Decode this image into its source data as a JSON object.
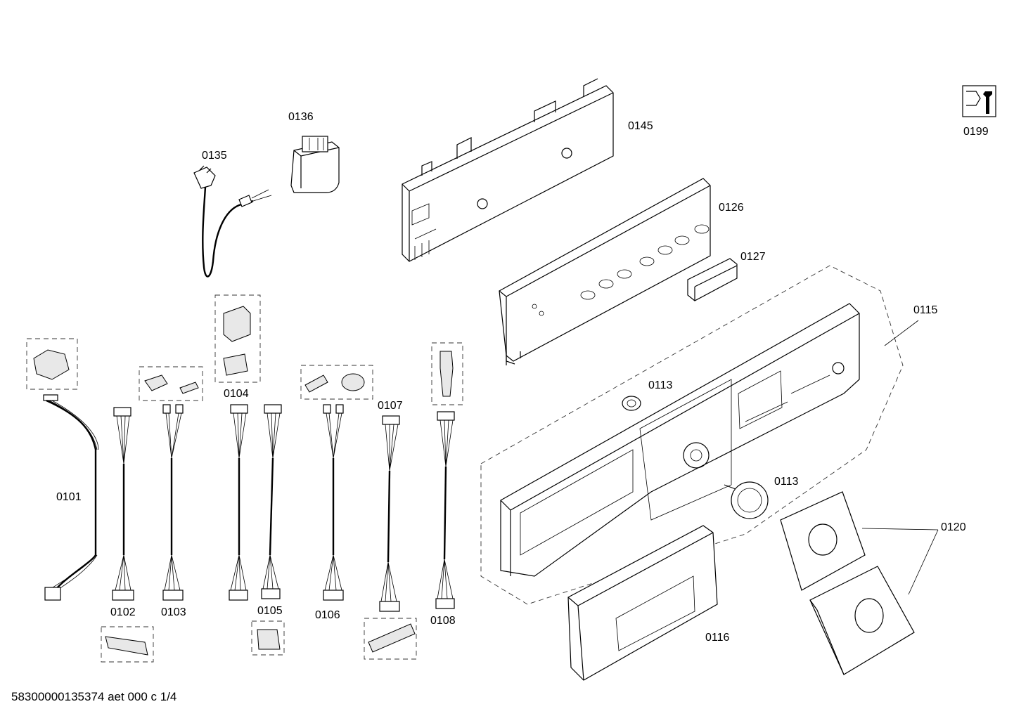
{
  "document_id": "58300000135374 aet 000 c 1/4",
  "service_icon": "wrench-service-icon",
  "labels": {
    "p0101": "0101",
    "p0102": "0102",
    "p0103": "0103",
    "p0104": "0104",
    "p0105": "0105",
    "p0106": "0106",
    "p0107": "0107",
    "p0108": "0108",
    "p0113a": "0113",
    "p0113b": "0113",
    "p0115": "0115",
    "p0116": "0116",
    "p0120": "0120",
    "p0126": "0126",
    "p0127": "0127",
    "p0135": "0135",
    "p0136": "0136",
    "p0145": "0145",
    "p0199": "0199"
  }
}
